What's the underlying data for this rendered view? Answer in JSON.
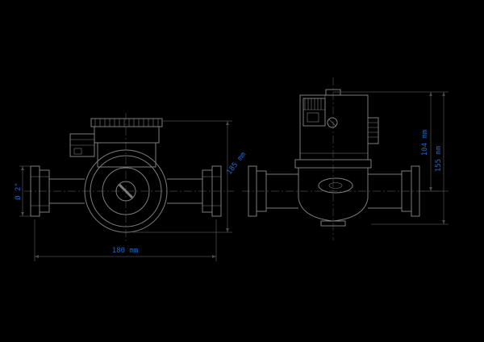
{
  "drawing": {
    "type": "pump-technical-drawing",
    "dimensions": {
      "flange_diameter": "Ø 2\"",
      "port_to_port": "180 mm",
      "overall_height": "185 mm",
      "axis_height": "104 mm",
      "total_height": "155 mm"
    },
    "colors": {
      "background": "#000000",
      "outline": "#7d7d7d",
      "dimension_line": "#4a4a4a",
      "centerline": "#454545",
      "dimension_text": "#1769cf"
    }
  }
}
